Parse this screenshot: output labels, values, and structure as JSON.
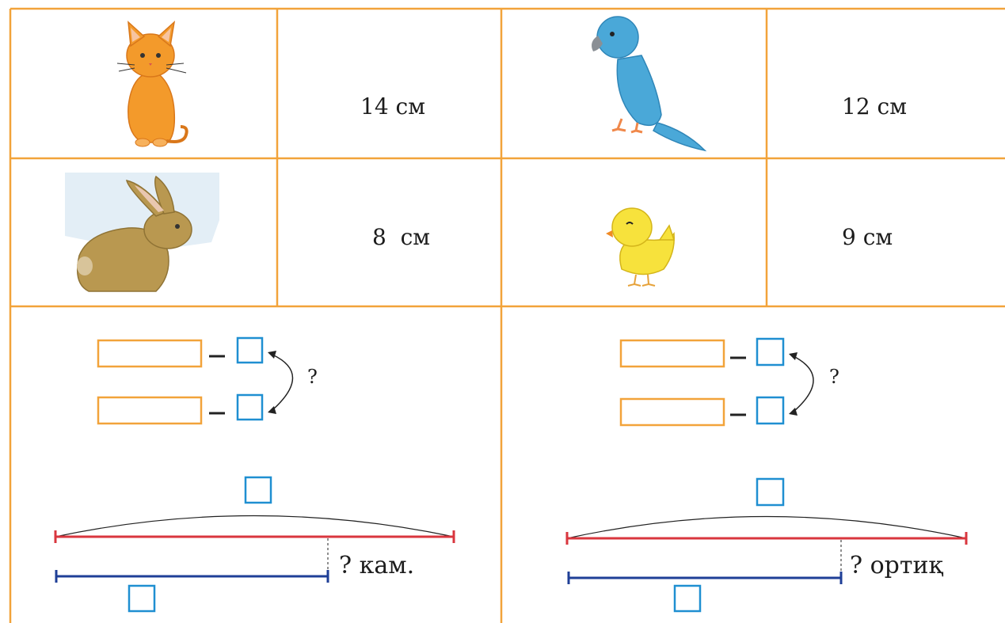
{
  "table": {
    "rows": [
      [
        {
          "animal": "cat-icon",
          "measure": "14 см"
        },
        {
          "animal": "parrot-icon",
          "measure": "12 см"
        }
      ],
      [
        {
          "animal": "rabbit-icon",
          "measure": "8  см"
        },
        {
          "animal": "chick-icon",
          "measure": "9 см"
        }
      ]
    ]
  },
  "left_task": {
    "arrow_question": "?",
    "diagram_label": "? кам."
  },
  "right_task": {
    "arrow_question": "?",
    "diagram_label": "? ортиқ"
  },
  "colors": {
    "grid_line": "#f2a33a",
    "answer_box_orange": "#f2a33a",
    "answer_box_blue": "#1f8fd1",
    "long_segment": "#d9363e",
    "short_segment": "#1f3f97"
  }
}
